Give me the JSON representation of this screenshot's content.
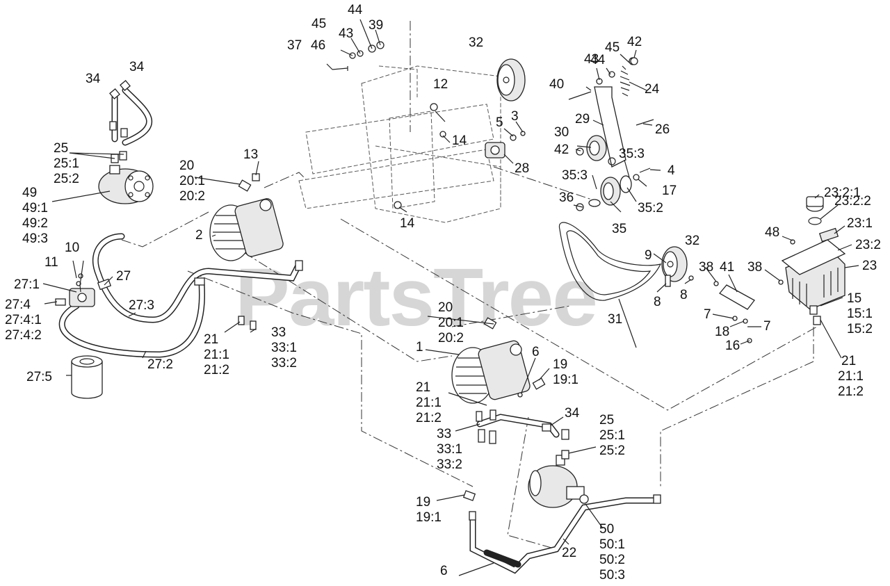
{
  "watermark": "PartsTree",
  "labels": {
    "p1": "1",
    "p2": "2",
    "p3": "3",
    "p4": "4",
    "p5": "5",
    "p6a": "6",
    "p6b": "6",
    "p7a": "7",
    "p7b": "7",
    "p8a": "8",
    "p8b": "8",
    "p9": "9",
    "p10": "10",
    "p11": "11",
    "p12": "12",
    "p13": "13",
    "p14a": "14",
    "p14b": "14",
    "p15": "15",
    "p15_1": "15:1",
    "p15_2": "15:2",
    "p16": "16",
    "p17": "17",
    "p18": "18",
    "p19a": "19",
    "p19a_1": "19:1",
    "p19b": "19",
    "p19b_1": "19:1",
    "p20a": "20",
    "p20a_1": "20:1",
    "p20a_2": "20:2",
    "p20b": "20",
    "p20b_1": "20:1",
    "p20b_2": "20:2",
    "p21a": "21",
    "p21a_1": "21:1",
    "p21a_2": "21:2",
    "p21b": "21",
    "p21b_1": "21:1",
    "p21b_2": "21:2",
    "p21c": "21",
    "p21c_1": "21:1",
    "p21c_2": "21:2",
    "p22": "22",
    "p23": "23",
    "p23_1": "23:1",
    "p23_2": "23:2",
    "p23_2_1": "23:2:1",
    "p23_2_2": "23:2:2",
    "p24": "24",
    "p25a": "25",
    "p25a_1": "25:1",
    "p25a_2": "25:2",
    "p25b": "25",
    "p25b_1": "25:1",
    "p25b_2": "25:2",
    "p26": "26",
    "p27": "27",
    "p27_1": "27:1",
    "p27_2": "27:2",
    "p27_3": "27:3",
    "p27_4": "27:4",
    "p27_4_1": "27:4:1",
    "p27_4_2": "27:4:2",
    "p27_5": "27:5",
    "p28": "28",
    "p29": "29",
    "p30": "30",
    "p31": "31",
    "p32a": "32",
    "p32b": "32",
    "p33a": "33",
    "p33a_1": "33:1",
    "p33a_2": "33:2",
    "p33b": "33",
    "p33b_1": "33:1",
    "p33b_2": "33:2",
    "p34a": "34",
    "p34b": "34",
    "p34c": "34",
    "p35": "35",
    "p35_2": "35:2",
    "p35_3a": "35:3",
    "p35_3b": "35:3",
    "p36": "36",
    "p37": "37",
    "p38a": "38",
    "p38b": "38",
    "p39": "39",
    "p40": "40",
    "p41": "41",
    "p42a": "42",
    "p42b": "42",
    "p43a": "43",
    "p43b": "43",
    "p44a": "44",
    "p44b": "44",
    "p45a": "45",
    "p45b": "45",
    "p46": "46",
    "p48": "48",
    "p49": "49",
    "p49_1": "49:1",
    "p49_2": "49:2",
    "p49_3": "49:3",
    "p50": "50",
    "p50_1": "50:1",
    "p50_2": "50:2",
    "p50_3": "50:3"
  }
}
